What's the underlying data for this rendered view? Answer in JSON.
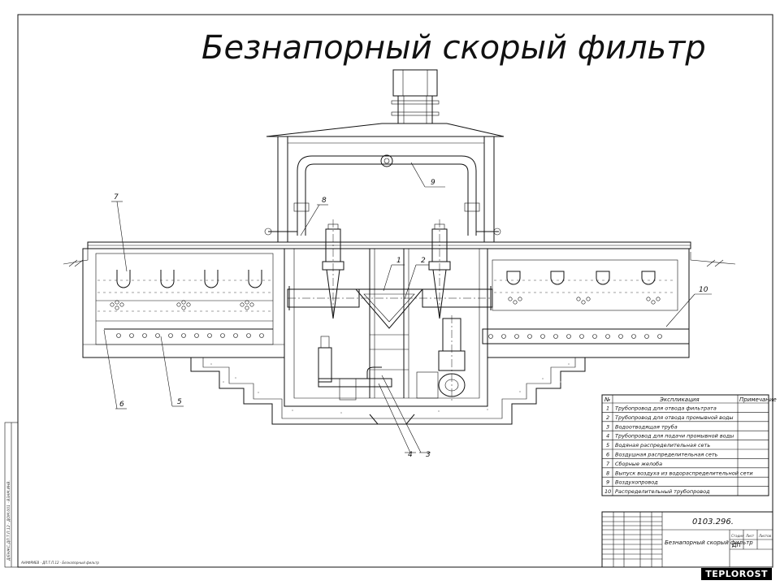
{
  "title": "Безнапорный скорый фильтр",
  "callouts": [
    "1",
    "2",
    "3",
    "4",
    "5",
    "6",
    "7",
    "8",
    "9",
    "10"
  ],
  "explication": {
    "headers": {
      "num": "№",
      "name": "Экспликация",
      "note": "Примечание"
    },
    "rows": [
      {
        "num": "1",
        "name": "Трубопровод для отвода фильтрата"
      },
      {
        "num": "2",
        "name": "Трубопровод для отвода промывной воды"
      },
      {
        "num": "3",
        "name": "Водоотводящая труба"
      },
      {
        "num": "4",
        "name": "Трубопровод для подачи промывной воды"
      },
      {
        "num": "5",
        "name": "Водяная распределительная сеть"
      },
      {
        "num": "6",
        "name": "Воздушная распределительная сеть"
      },
      {
        "num": "7",
        "name": "Сборные желоба"
      },
      {
        "num": "8",
        "name": "Выпуск воздуха из водораспределительной сети"
      },
      {
        "num": "9",
        "name": "Воздухопровод"
      },
      {
        "num": "10",
        "name": "Распределительный трубопровод"
      }
    ]
  },
  "stamp": {
    "code": "0103.296.",
    "name": "Безнапорный скорый фильтр",
    "stage_header": "Стадия",
    "sheet_header": "Лист",
    "sheets_header": "Листов",
    "stage_value": "ДП"
  },
  "brand": "TEPLOROST"
}
